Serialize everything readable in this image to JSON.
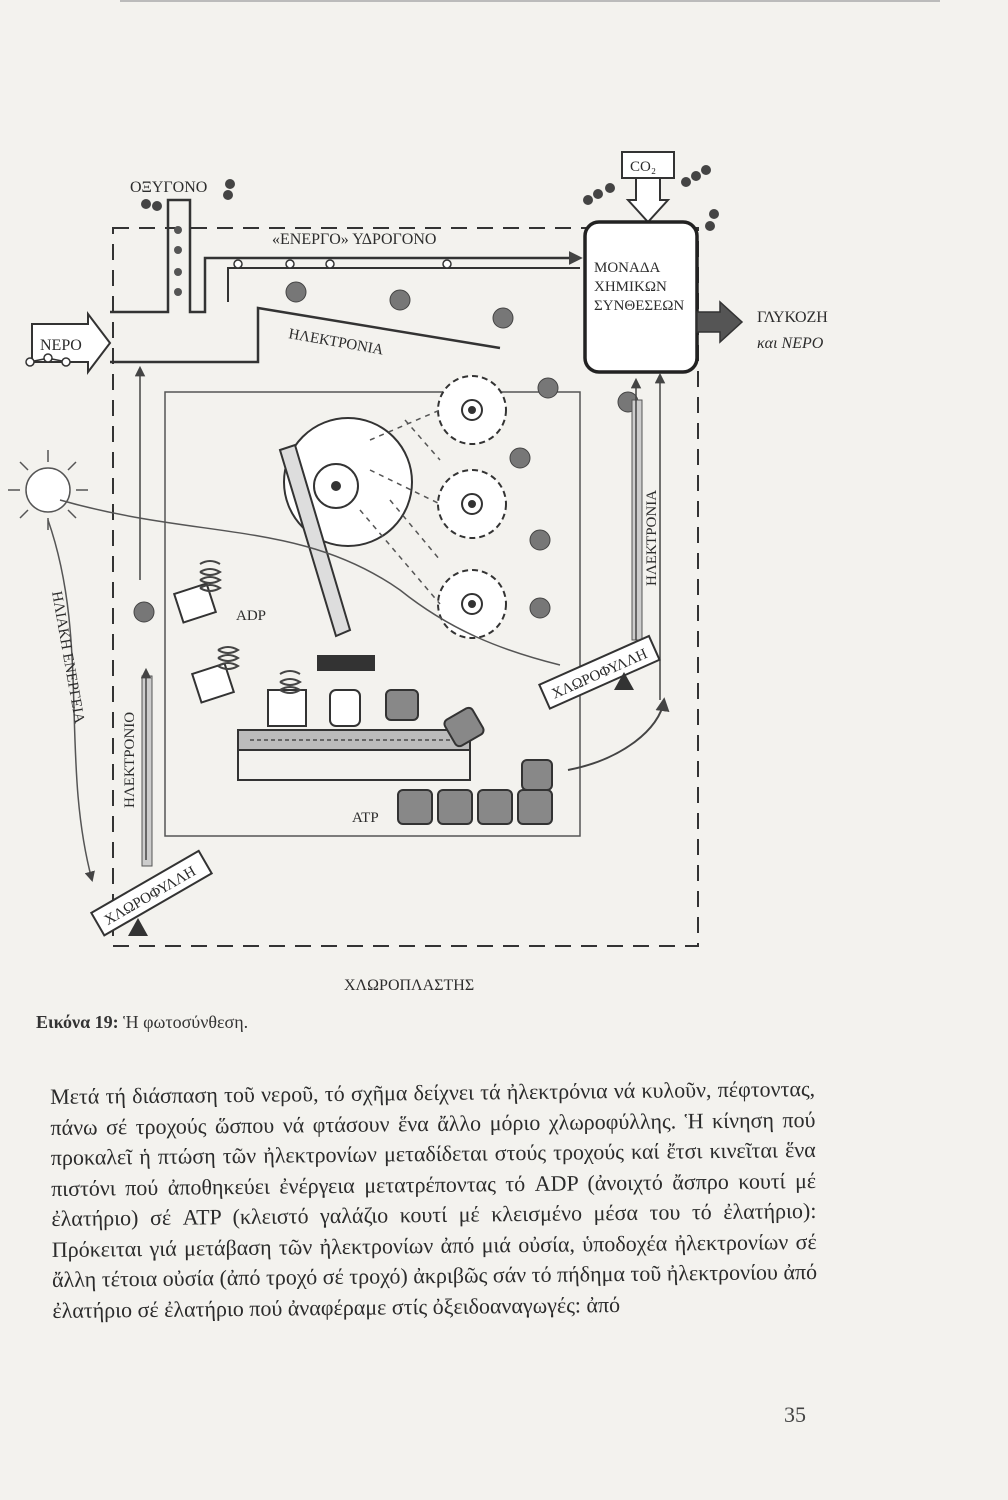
{
  "figure": {
    "labels": {
      "oxygen": "ΟΞΥΓΟΝΟ",
      "co2": "CO₂",
      "active_hydrogen": "«ΕΝΕΡΓΟ» ΥΔΡΟΓΟΝΟ",
      "synthesis_unit": [
        "ΜΟΝΑΔΑ",
        "ΧΗΜΙΚΩΝ",
        "ΣΥΝΘΕΣΕΩΝ"
      ],
      "glucose": "ΓΛΥΚΟΖΗ",
      "and_water": "και ΝΕΡΟ",
      "water": "ΝΕΡΟ",
      "electrons_top": "ΗΛΕΚΤΡΟΝΙΑ",
      "electrons_right": "ΗΛΕΚΤΡΟΝΙΑ",
      "electron_left": "ΗΛΕΚΤΡΟΝΙΟ",
      "solar_energy": "ΗΛΙΑΚΗ ΕΝΕΡΓΕΙΑ",
      "chlorophyll_right": "ΧΛΩΡΟΦΥΛΛΗ",
      "chlorophyll_left": "ΧΛΩΡΟΦΥΛΛΗ",
      "adp": "ADP",
      "atp": "ATP",
      "chloroplast": "ΧΛΩΡΟΠΛΑΣΤΗΣ"
    },
    "caption": {
      "number": "Εικόνα 19:",
      "text": "Ἡ φωτοσύνθεση."
    }
  },
  "body_text": "Μετά τή διάσπαση τοῦ νεροῦ, τό σχῆμα δείχνει τά ἠλεκτρόνια νά κυλοῦν, πέφτοντας, πάνω σέ τροχούς ὥσπου νά φτάσουν ἕνα ἄλλο μόριο χλωροφύλλης. Ἡ κίνηση πού προκαλεῖ ἡ πτώση τῶν ἠλεκτρονίων μεταδίδεται στούς τροχούς καί ἔτσι κινεῖται ἕνα πιστόνι πού ἀποθηκεύει ἐνέργεια μετατρέποντας τό ADP (ἀνοιχτό ἄσπρο κουτί μέ ἐλατήριο) σέ ATP (κλειστό γαλάζιο κουτί μέ κλεισμένο μέσα του τό ἐλατήριο): Πρόκειται γιά μετάβαση τῶν ἠλεκτρονίων ἀπό μιά οὐσία, ὑποδοχέα ἠλεκτρονίων σέ ἄλλη τέτοια οὐσία (ἀπό τροχό σέ τροχό) ἀκριβῶς σάν τό πήδημα τοῦ ἠλεκτρονίου ἀπό ἐλατήριο σέ ἐλατήριο πού ἀναφέραμε στίς ὀξειδοαναγωγές: ἀπό",
  "page_number": "35"
}
